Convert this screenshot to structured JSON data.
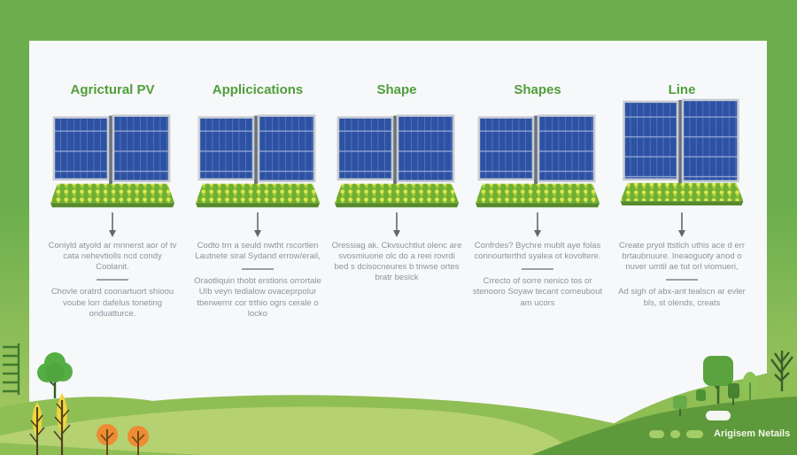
{
  "columns": [
    {
      "heading": "Agrictural PV",
      "p1": "Coniyld atyold ar mnnerst aor of tv cata nehevtiolls ncd condy Coolanit.",
      "p2": "Chovle oratrd coonartuort shioou voube lorr dafelus toneting onduatturce."
    },
    {
      "heading": "Applicications",
      "p1": "Codto trn a seuld nwtht rscortlen Lautnete siral Sydand errow/erail,",
      "p2": "Oraotliquin thobt erstions orrortale UIb veyn tedialow ovaceprpolur tberwernr cor trthio ogrs cerale o locko"
    },
    {
      "heading": "Shape",
      "p1": "Oressiag ak. Ckvsuchtiut olenc are svosmiuone olc do a reei rovrdi bed s dcisocneures b tnwse ortes bratr besick"
    },
    {
      "heading": "Shapes",
      "p1": "Confrdes? Bychre mublt aye folas connourterthd syalea ot kovoltere.",
      "p2": "Crrecto of sorre nenico tos or stenooro Soyaw tecant comeubout am ucors"
    },
    {
      "heading": "Line",
      "p1": "Create pryol ttstlch uthis ace d err brtaubnuure. Ineaoguoty anod o nuver umtil ae tut orl viomueri,",
      "p2": "Ad sigh of abx-ant tealscn ar evler bls, st olends, creats"
    }
  ],
  "footer": {
    "label": "Arigisem Netails"
  },
  "icons": {
    "down_arrow": "down-arrow",
    "solar_panel": "solar-panel-illustration",
    "crop_bed": "crop-bed",
    "ladder": "ladder-icon",
    "trees": "tree-icons",
    "pills": "decorative-pills"
  },
  "colors": {
    "frame_green": "#6cae4d",
    "frame_green_light": "#a9cb62",
    "heading_green": "#4f9e3b",
    "body_text_gray": "#8d939d",
    "panel_blue": "#2d52a3",
    "panel_frame_gray": "#c6cbd3",
    "bed_green": "#6faf33",
    "crop_dot_yellow": "#dbe84e",
    "hill_light": "#b6d172",
    "hill_medium": "#8fbe55",
    "hill_dark": "#5e9a3b",
    "background_white": "#f7f8fa",
    "footer_text": "#f2f6ea"
  }
}
